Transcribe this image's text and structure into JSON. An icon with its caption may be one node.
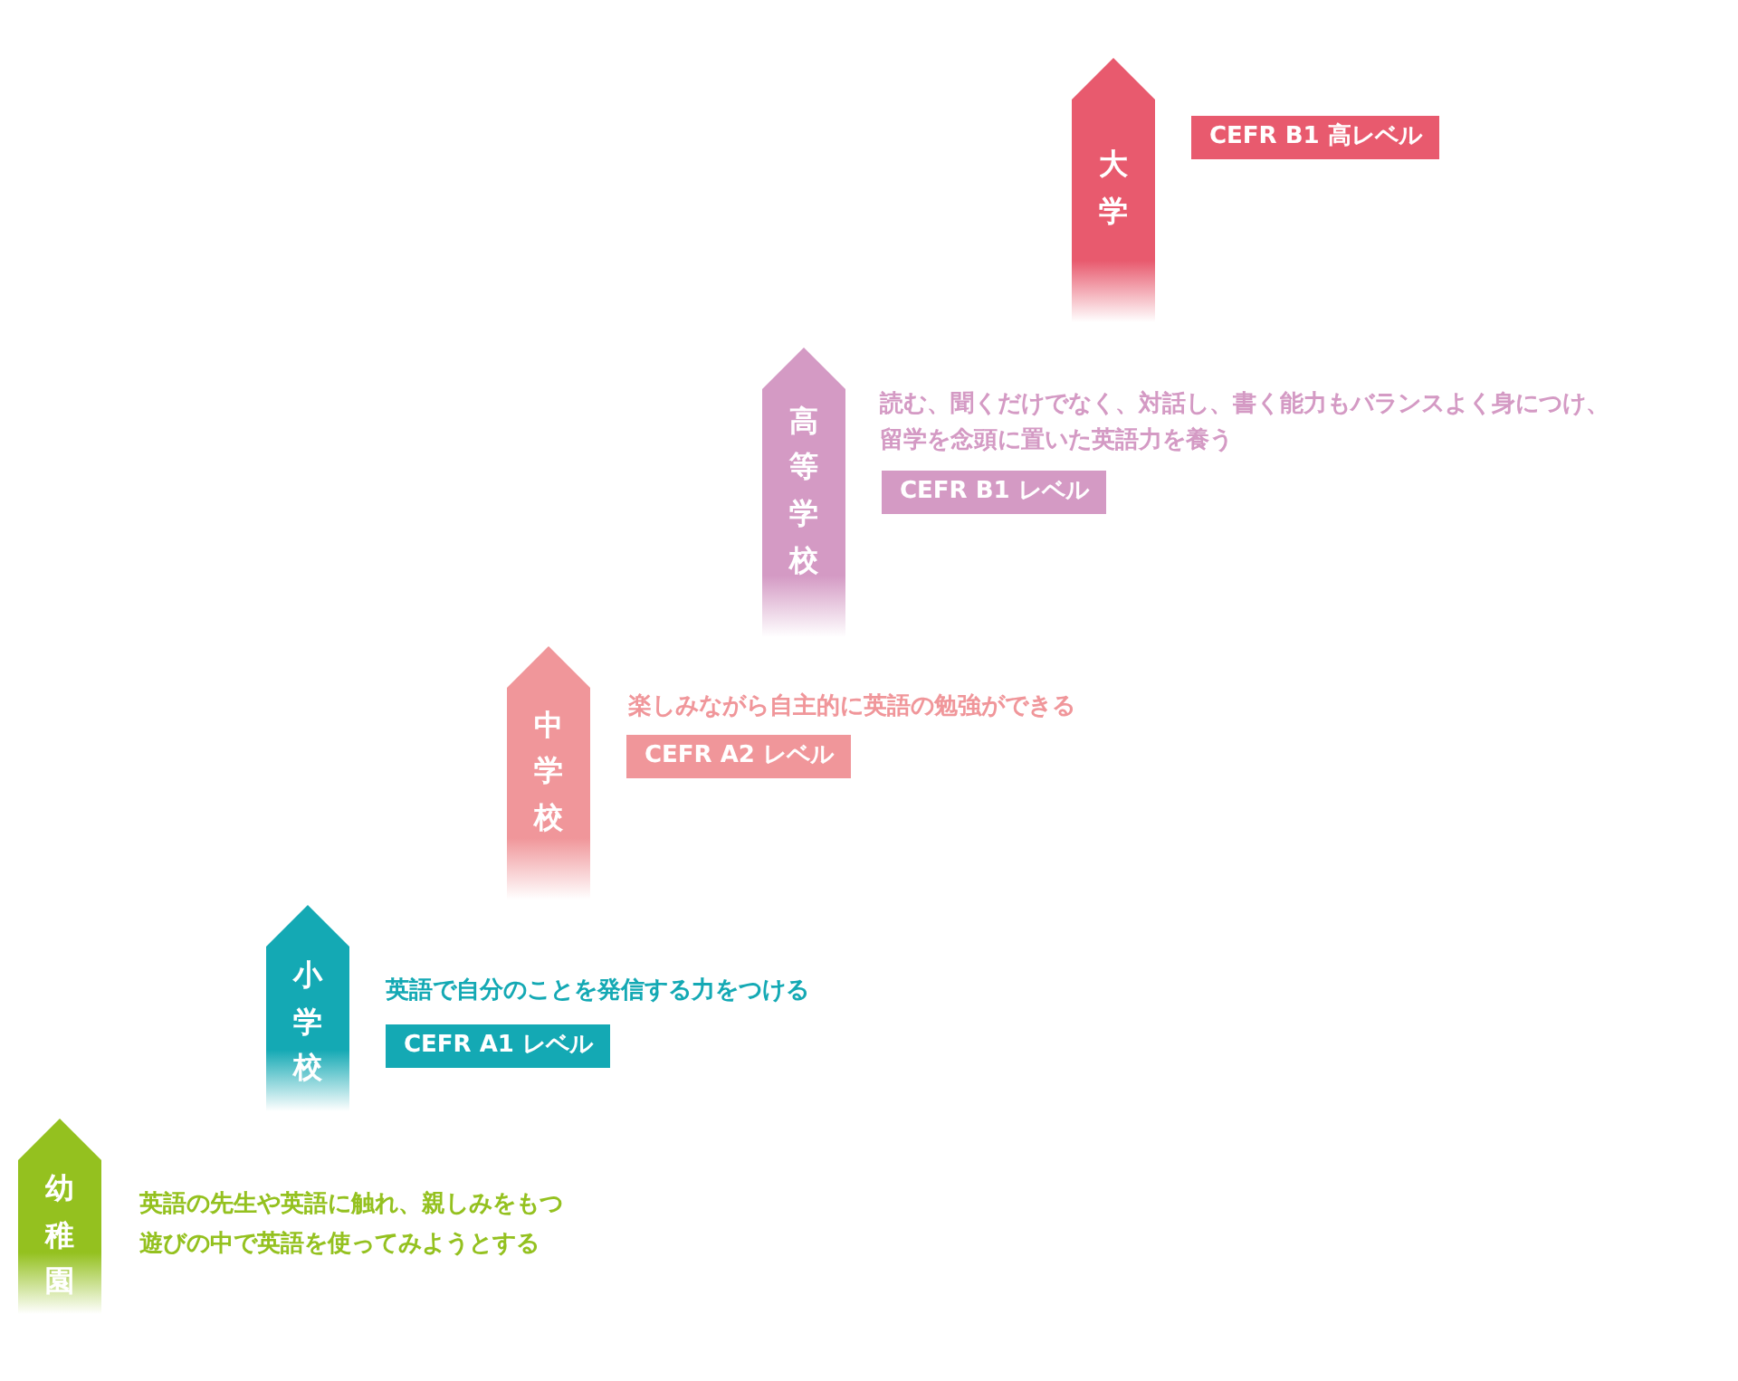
{
  "diagram": {
    "nodes": [
      {
        "text": [
          "大学"
        ]
      },
      {
        "text": [
          "CEFR B1 高レベル"
        ]
      },
      {
        "text": [
          "高等学校"
        ]
      },
      {
        "text": [
          "CEFR B1 レベル"
        ]
      },
      {
        "text": [
          "中学校"
        ]
      },
      {
        "text": [
          "CEFR A2 レベル"
        ]
      },
      {
        "text": [
          "小学校"
        ]
      },
      {
        "text": [
          "CEFR A1 レベル"
        ]
      },
      {
        "text": [
          "幼稚園"
        ]
      }
    ],
    "labels": [
      "読む、聞くだけでなく、対話し、書く能力もバランスよく身につけ、留学を念頭に置いた英語力を養う",
      "楽しみながら自主的に英語の勉強ができる",
      "英語で自分のことを発信する力をつける",
      "英語の先生や英語に触れ、親しみをもつ",
      "遊びの中で英語を使ってみようとする"
    ]
  }
}
